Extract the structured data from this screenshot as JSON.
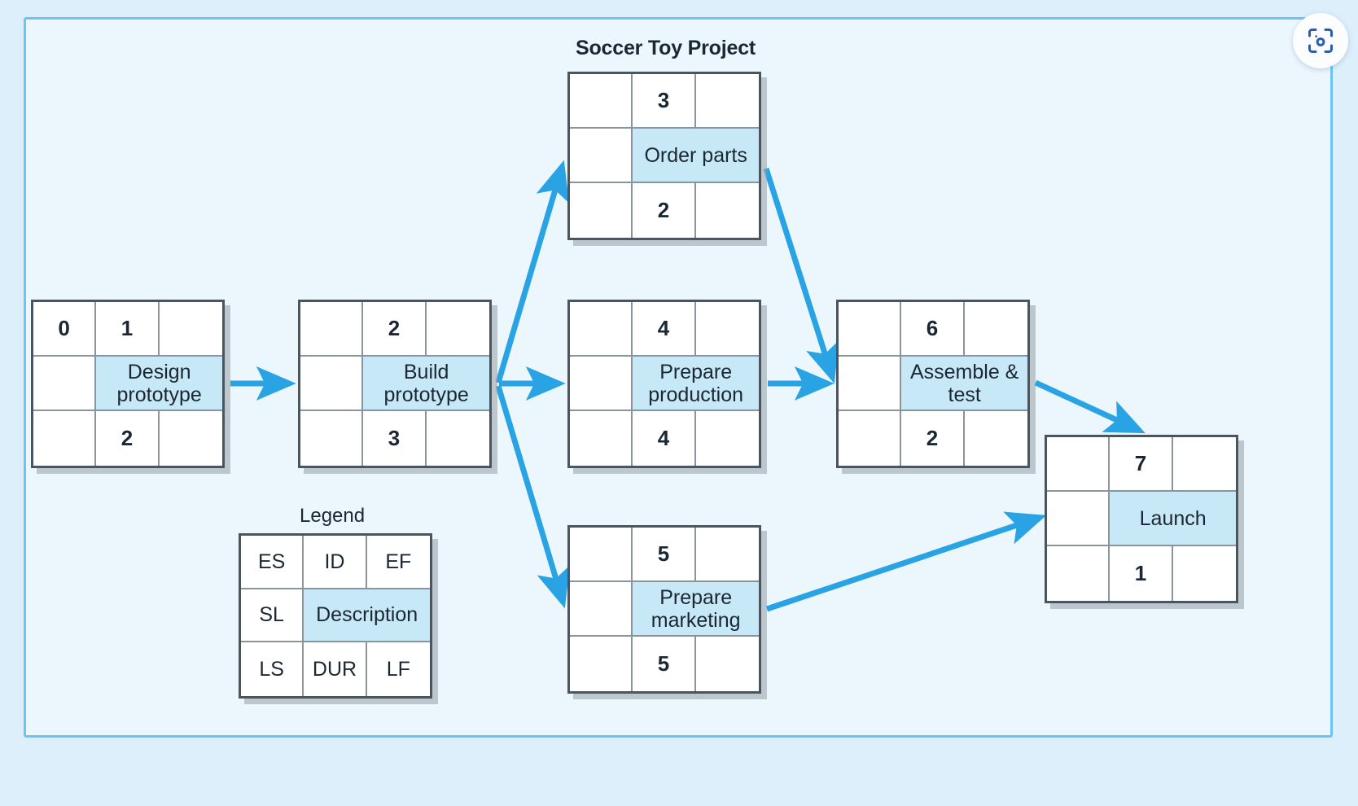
{
  "panel": {
    "background_color": "#ecf7fd",
    "border_color": "#6ac5f4"
  },
  "toolbar": {
    "scan_icon": "scan-lens-icon"
  },
  "title": "Soccer Toy Project",
  "legend": {
    "title": "Legend",
    "cells": {
      "es": "ES",
      "id": "ID",
      "ef": "EF",
      "sl": "SL",
      "description": "Description",
      "ls": "LS",
      "dur": "DUR",
      "lf": "LF"
    }
  },
  "chart_data": {
    "type": "diagram",
    "diagram_kind": "activity-on-node network diagram (CPM)",
    "title": "Soccer Toy Project",
    "node_template": {
      "row1": [
        "ES",
        "ID",
        "EF"
      ],
      "row2": [
        "SL",
        "Description (spans ID+EF)"
      ],
      "row3": [
        "LS",
        "DUR",
        "LF"
      ]
    },
    "accent_color": "#2aa3e4",
    "description_fill": "#c7e8f7",
    "nodes": [
      {
        "key": "design",
        "es": "0",
        "id": "1",
        "ef": "",
        "sl": "",
        "description": "Design prototype",
        "ls": "",
        "dur": "2",
        "lf": ""
      },
      {
        "key": "build",
        "es": "",
        "id": "2",
        "ef": "",
        "sl": "",
        "description": "Build prototype",
        "ls": "",
        "dur": "3",
        "lf": ""
      },
      {
        "key": "order_parts",
        "es": "",
        "id": "3",
        "ef": "",
        "sl": "",
        "description": "Order parts",
        "ls": "",
        "dur": "2",
        "lf": ""
      },
      {
        "key": "prepare_production",
        "es": "",
        "id": "4",
        "ef": "",
        "sl": "",
        "description": "Prepare production",
        "ls": "",
        "dur": "4",
        "lf": ""
      },
      {
        "key": "prepare_marketing",
        "es": "",
        "id": "5",
        "ef": "",
        "sl": "",
        "description": "Prepare marketing",
        "ls": "",
        "dur": "5",
        "lf": ""
      },
      {
        "key": "assemble",
        "es": "",
        "id": "6",
        "ef": "",
        "sl": "",
        "description": "Assemble & test",
        "ls": "",
        "dur": "2",
        "lf": ""
      },
      {
        "key": "launch",
        "es": "",
        "id": "7",
        "ef": "",
        "sl": "",
        "description": "Launch",
        "ls": "",
        "dur": "1",
        "lf": ""
      }
    ],
    "edges": [
      {
        "from": "design",
        "to": "build"
      },
      {
        "from": "build",
        "to": "order_parts"
      },
      {
        "from": "build",
        "to": "prepare_production"
      },
      {
        "from": "build",
        "to": "prepare_marketing"
      },
      {
        "from": "order_parts",
        "to": "assemble"
      },
      {
        "from": "prepare_production",
        "to": "assemble"
      },
      {
        "from": "assemble",
        "to": "launch"
      },
      {
        "from": "prepare_marketing",
        "to": "launch"
      }
    ]
  },
  "nodes": {
    "design": {
      "es": "0",
      "id": "1",
      "ef": "",
      "sl": "",
      "description": "Design prototype",
      "ls": "",
      "dur": "2",
      "lf": ""
    },
    "build": {
      "es": "",
      "id": "2",
      "ef": "",
      "sl": "",
      "description": "Build prototype",
      "ls": "",
      "dur": "3",
      "lf": ""
    },
    "order_parts": {
      "es": "",
      "id": "3",
      "ef": "",
      "sl": "",
      "description": "Order parts",
      "ls": "",
      "dur": "2",
      "lf": ""
    },
    "prepare_production": {
      "es": "",
      "id": "4",
      "ef": "",
      "sl": "",
      "description": "Prepare production",
      "ls": "",
      "dur": "4",
      "lf": ""
    },
    "prepare_marketing": {
      "es": "",
      "id": "5",
      "ef": "",
      "sl": "",
      "description": "Prepare marketing",
      "ls": "",
      "dur": "5",
      "lf": ""
    },
    "assemble": {
      "es": "",
      "id": "6",
      "ef": "",
      "sl": "",
      "description": "Assemble & test",
      "ls": "",
      "dur": "2",
      "lf": ""
    },
    "launch": {
      "es": "",
      "id": "7",
      "ef": "",
      "sl": "",
      "description": "Launch",
      "ls": "",
      "dur": "1",
      "lf": ""
    }
  }
}
